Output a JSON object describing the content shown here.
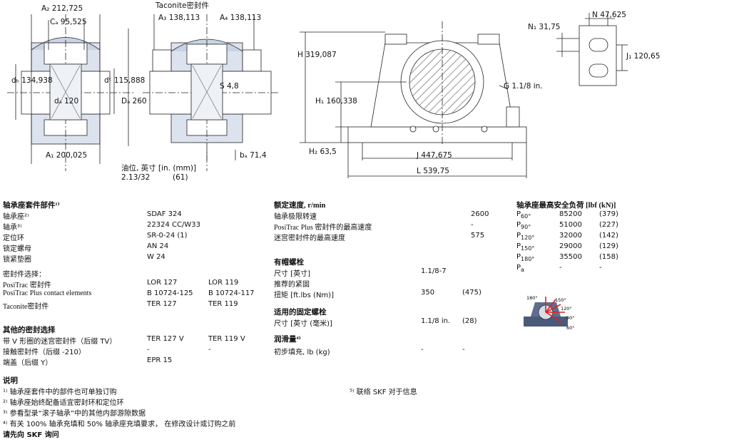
{
  "drawing": {
    "a2": "A₂ 212,725",
    "ca": "Cₐ 95,525",
    "db": "dₕ 134,938",
    "dc": "dᶜ 115,888",
    "da": "dₐ 120",
    "a1": "A₁ 200,025",
    "taconite": "Taconite密封件",
    "a3": "A₃ 138,113",
    "a4": "A₄ 138,113",
    "s": "S 4,8",
    "dg": "Dₐ 260",
    "ba": "bₐ 71,4",
    "oil_label": "油位, 英寸 [in. (mm)]",
    "oil_in": "2.13/32",
    "oil_mm": "(61)",
    "h": "H 319,087",
    "h1": "H₁ 160,338",
    "h2": "H₂ 63,5",
    "g": "G 1.1/8 in.",
    "j": "J 447,675",
    "l": "L 539,75",
    "n1": "N₁ 31,75",
    "n": "N 47,625",
    "j1": "J₁ 120,65"
  },
  "kit": {
    "title": "轴承座套件部件¹⁾",
    "rows": [
      {
        "label": "轴承座²⁾",
        "v1": "SDAF 324",
        "v2": ""
      },
      {
        "label": "轴承³⁾",
        "v1": "22324 CC/W33",
        "v2": ""
      },
      {
        "label": "定位环",
        "v1": "SR-0-24 (1)",
        "v2": ""
      },
      {
        "label": "锁定螺母",
        "v1": "AN 24",
        "v2": ""
      },
      {
        "label": "锁紧垫圈",
        "v1": "W 24",
        "v2": ""
      }
    ],
    "seal_title": "密封件选择：",
    "seal_rows": [
      {
        "label": "PosiTrac 密封件",
        "v1": "LOR 127",
        "v2": "LOR 119"
      },
      {
        "label": "PosiTrac Plus contact elements",
        "v1": "B 10724-125",
        "v2": "B 10724-117"
      },
      {
        "label": "Taconite密封件",
        "v1": "TER 127",
        "v2": "TER 119"
      }
    ],
    "other_title": "其他的密封选择",
    "other_rows": [
      {
        "label": "带 V 形圈的迷宫密封件（后缀 TV）",
        "v1": "TER 127 V",
        "v2": "TER 119 V"
      },
      {
        "label": "接触密封件（后缀 -210）",
        "v1": "-",
        "v2": "-"
      },
      {
        "label": "端盖（后缀 Y）",
        "v1": "EPR 15",
        "v2": ""
      }
    ]
  },
  "speed": {
    "title": "额定速度, r/min",
    "rows": [
      {
        "label": "轴承极限转速",
        "value": "2600"
      },
      {
        "label": "PosiTrac Plus 密封件的最高速度",
        "value": "-"
      },
      {
        "label": "迷宫密封件的最高速度",
        "value": "575"
      }
    ],
    "cap_title": "有帽螺栓",
    "cap_rows": [
      {
        "label": "尺寸 [英寸]",
        "v1": "1.1/8-7",
        "v2": ""
      },
      {
        "label": "推荐的紧固",
        "v1": "",
        "v2": ""
      },
      {
        "label": "扭矩 [ft.lbs (Nm)]",
        "v1": "350",
        "v2": "(475)"
      }
    ],
    "fix_title": "适用的固定螺栓",
    "fix_rows": [
      {
        "label": "尺寸 [英寸 (毫米)]",
        "v1": "1.1/8 in.",
        "v2": "(28)"
      }
    ],
    "grease_title": "润滑量⁴⁾",
    "grease_rows": [
      {
        "label": "初步填充, lb (kg)",
        "v1": "-",
        "v2": "-"
      }
    ]
  },
  "load": {
    "title": "轴承座最高安全负荷 [lbf (kN)]",
    "rows": [
      {
        "label": "P",
        "sub": "60°",
        "v1": "85200",
        "v2": "(379)"
      },
      {
        "label": "P",
        "sub": "90°",
        "v1": "51000",
        "v2": "(227)"
      },
      {
        "label": "P",
        "sub": "120°",
        "v1": "32000",
        "v2": "(142)"
      },
      {
        "label": "P",
        "sub": "150°",
        "v1": "29000",
        "v2": "(129)"
      },
      {
        "label": "P",
        "sub": "180°",
        "v1": "35500",
        "v2": "(158)"
      },
      {
        "label": "P",
        "sub": "a",
        "v1": "-",
        "v2": "-"
      }
    ],
    "angles": [
      "180°",
      "150°",
      "120°",
      "90°",
      "60°"
    ]
  },
  "notes": {
    "title": "说明",
    "items": [
      "¹⁾ 轴承座套件中的部件也可单独订购",
      "²⁾ 轴承座始终配备适宜密封环和定位环",
      "³⁾ 参看型录“滚子轴承”中的其他内部游隙数据",
      "⁴⁾ 有关 100% 轴承充填和 50% 轴承座充填要求， 在修改设计或订购之前",
      "请先向 SKF 询问"
    ],
    "note5": "⁵⁾ 联络 SKF 对于信息"
  }
}
